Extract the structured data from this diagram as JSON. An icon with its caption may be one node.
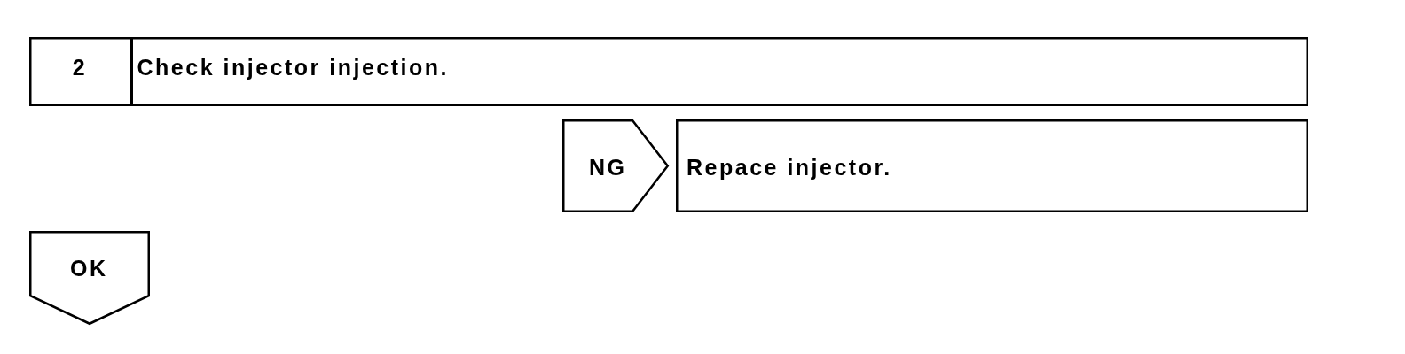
{
  "diagram": {
    "nodes": [
      {
        "text": [
          "2",
          "Check injector injection."
        ]
      },
      {
        "text": [
          "NG"
        ]
      },
      {
        "text": [
          "Repace injector."
        ]
      },
      {
        "text": [
          "OK"
        ]
      }
    ]
  }
}
